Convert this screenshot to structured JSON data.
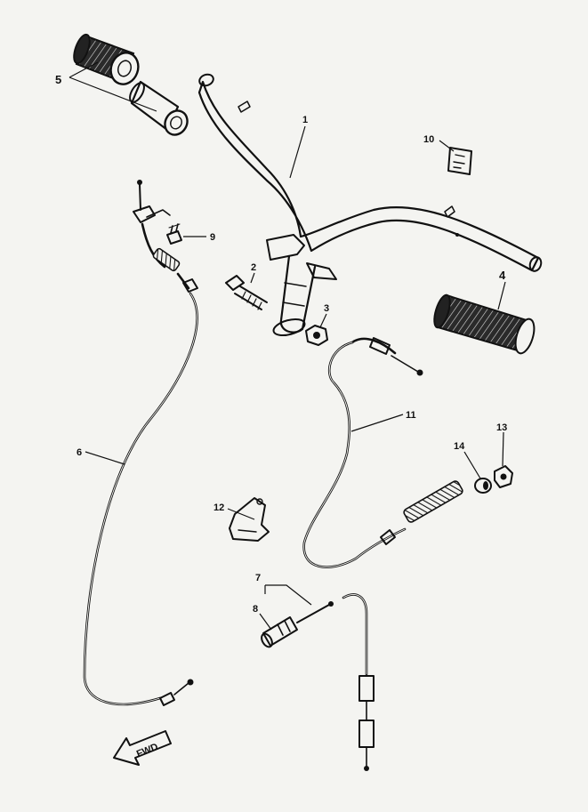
{
  "callouts": [
    {
      "id": "1",
      "label": "1"
    },
    {
      "id": "2",
      "label": "2"
    },
    {
      "id": "3",
      "label": "3"
    },
    {
      "id": "4",
      "label": "4"
    },
    {
      "id": "5",
      "label": "5"
    },
    {
      "id": "6",
      "label": "6"
    },
    {
      "id": "7",
      "label": "7"
    },
    {
      "id": "8",
      "label": "8"
    },
    {
      "id": "9",
      "label": "9"
    },
    {
      "id": "10",
      "label": "10"
    },
    {
      "id": "11",
      "label": "11"
    },
    {
      "id": "12",
      "label": "12"
    },
    {
      "id": "13",
      "label": "13"
    },
    {
      "id": "14",
      "label": "14"
    }
  ],
  "fwd_arrow": {
    "label": "FWD"
  },
  "colors": {
    "ink": "#111111",
    "paper": "#f4f4f1"
  }
}
